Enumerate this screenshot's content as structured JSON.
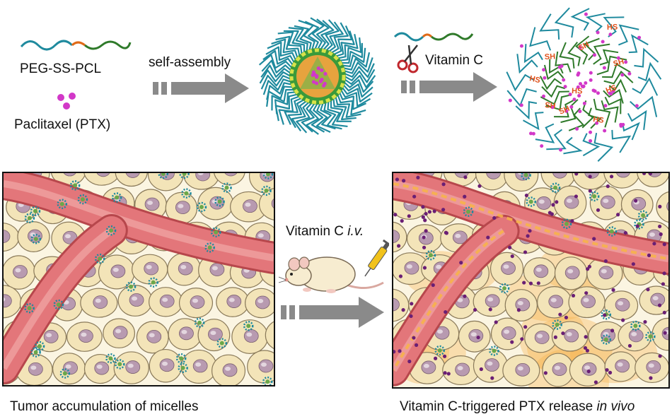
{
  "labels": {
    "polymer": "PEG-SS-PCL",
    "drug": "Paclitaxel (PTX)",
    "step1": "self-assembly",
    "step2": "Vitamin C",
    "iv_label_prefix": "Vitamin C ",
    "iv_label_italic": "i.v.",
    "caption_left": "Tumor accumulation of micelles",
    "caption_right_prefix": "Vitamin C-triggered PTX release ",
    "caption_right_italic": "in vivo",
    "thiol_sh": "SH",
    "thiol_hs": "HS"
  },
  "colors": {
    "peg": "#1f8a9e",
    "pcl": "#2f7a2a",
    "disulfide": "#e06a18",
    "ptx": "#d238c8",
    "vessel": "#e3767a",
    "cell": "#f3e4b8",
    "nucleus": "#b89ab0",
    "arrow": "#8a8a8a",
    "release_halo": "#f6b24a"
  }
}
